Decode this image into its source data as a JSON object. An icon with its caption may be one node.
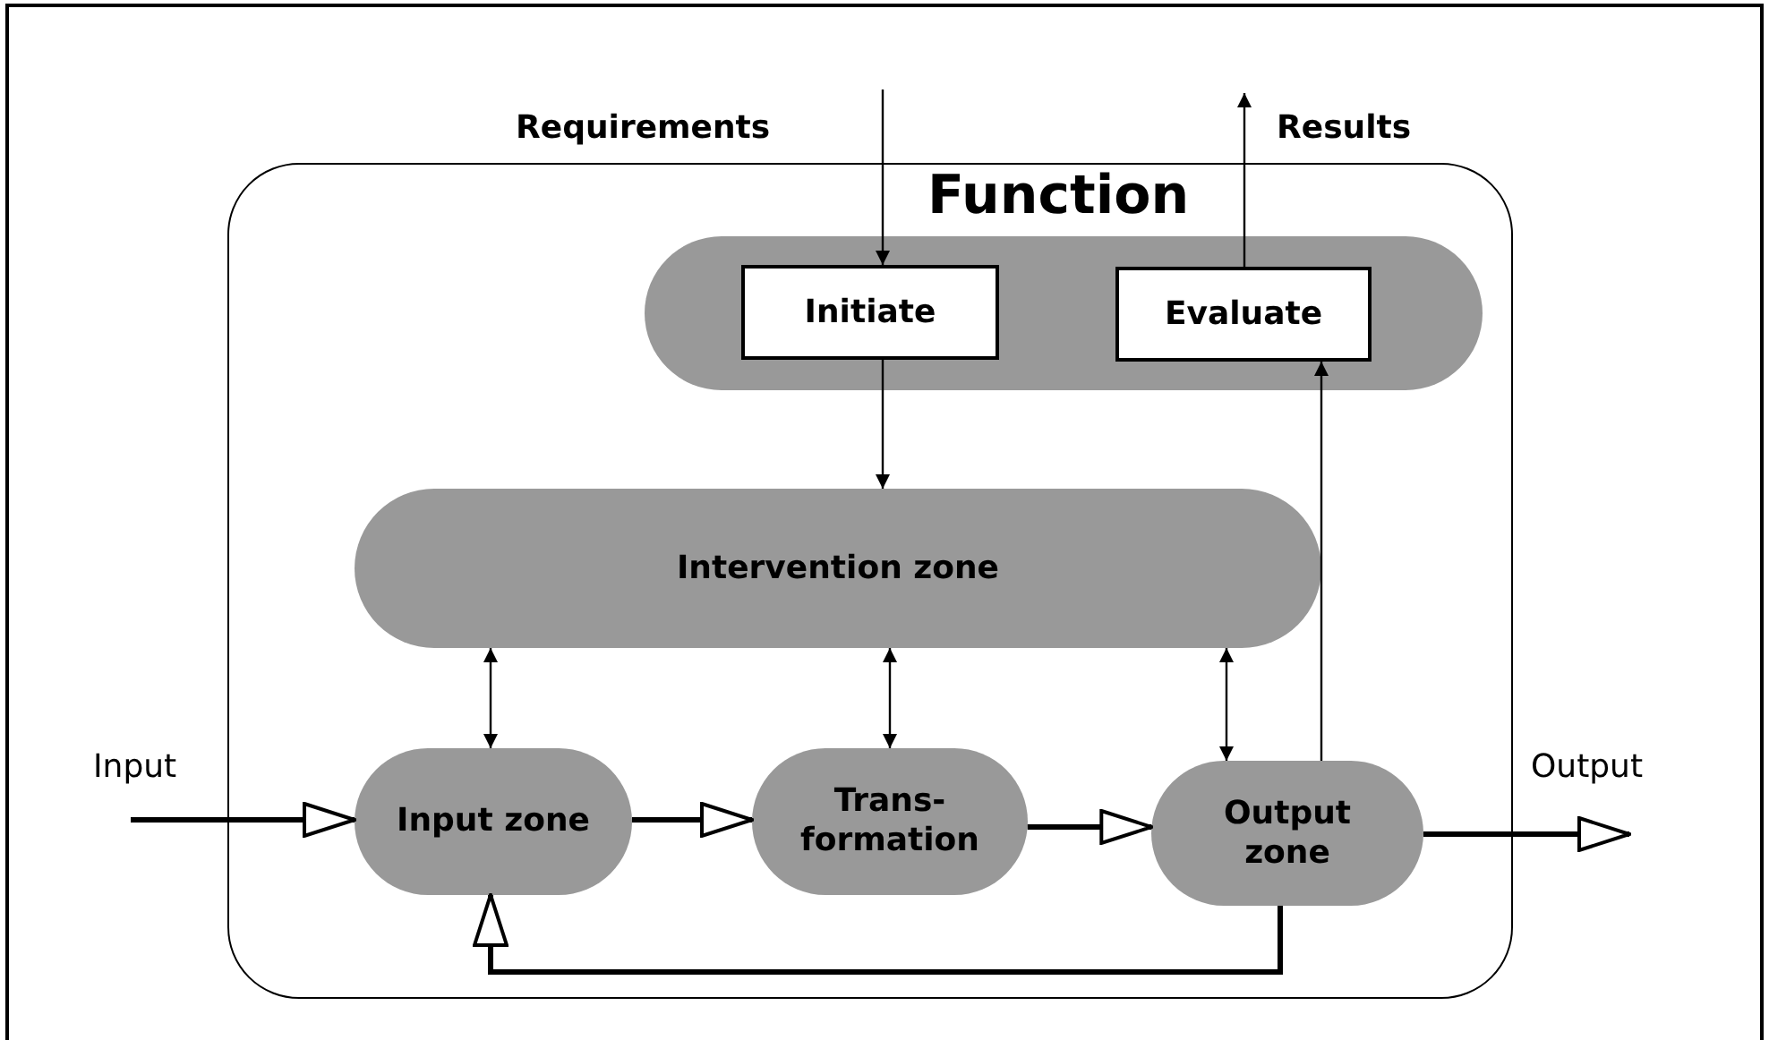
{
  "diagram": {
    "nodes": [
      {
        "text": [
          "Function"
        ]
      },
      {
        "text": [],
        "shape": "box",
        "in": 0
      },
      {
        "text": [
          "Initiate"
        ],
        "in": 1
      },
      {
        "text": [
          "Evaluate"
        ],
        "in": 1
      },
      {
        "text": [
          "Intervention zone"
        ],
        "in": 0
      },
      {
        "text": [
          "Input zone"
        ],
        "in": 0
      },
      {
        "text": [
          "Trans- formation"
        ],
        "in": 0
      },
      {
        "text": [
          "Output zone"
        ],
        "in": 0
      }
    ],
    "edges": [
      {
        "from": null,
        "to": 2,
        "arrow": "to"
      },
      {
        "from": 3,
        "to": null,
        "arrow": "to"
      },
      {
        "from": 2,
        "to": 4,
        "arrow": "to"
      },
      {
        "from": 7,
        "to": 3,
        "arrow": "to"
      },
      {
        "from": 4,
        "to": 5,
        "arrow": "both"
      },
      {
        "from": 4,
        "to": 6,
        "arrow": "both"
      },
      {
        "from": 4,
        "to": 7,
        "arrow": "both"
      },
      {
        "from": null,
        "to": 5,
        "arrow": "to",
        "style": "thick"
      },
      {
        "from": 5,
        "to": 6,
        "arrow": "to",
        "style": "thick"
      },
      {
        "from": 6,
        "to": 7,
        "arrow": "to",
        "style": "thick"
      },
      {
        "from": 7,
        "to": null,
        "arrow": "to",
        "style": "thick"
      },
      {
        "from": 7,
        "to": 5,
        "arrow": "to",
        "style": "thick"
      }
    ],
    "labels": [
      "Requirements",
      "Results",
      "Input",
      "Output"
    ]
  }
}
